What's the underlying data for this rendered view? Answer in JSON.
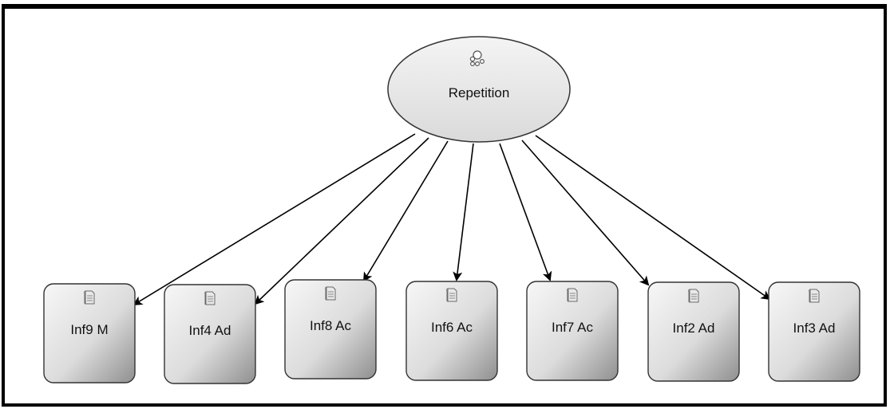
{
  "diagram": {
    "root": {
      "label": "Repetition",
      "icon": "concept-cluster-icon"
    },
    "children": [
      {
        "label": "Inf9 M",
        "icon": "document-icon"
      },
      {
        "label": "Inf4 Ad",
        "icon": "document-icon"
      },
      {
        "label": "Inf8 Ac",
        "icon": "document-icon"
      },
      {
        "label": "Inf6 Ac",
        "icon": "document-icon"
      },
      {
        "label": "Inf7 Ac",
        "icon": "document-icon"
      },
      {
        "label": "Inf2 Ad",
        "icon": "document-icon"
      },
      {
        "label": "Inf3 Ad",
        "icon": "document-icon"
      }
    ],
    "colors": {
      "node_light": "#f4f4f4",
      "node_dark": "#9a9a9a",
      "node_border": "#333333",
      "edge": "#000000",
      "frame": "#000000"
    }
  }
}
